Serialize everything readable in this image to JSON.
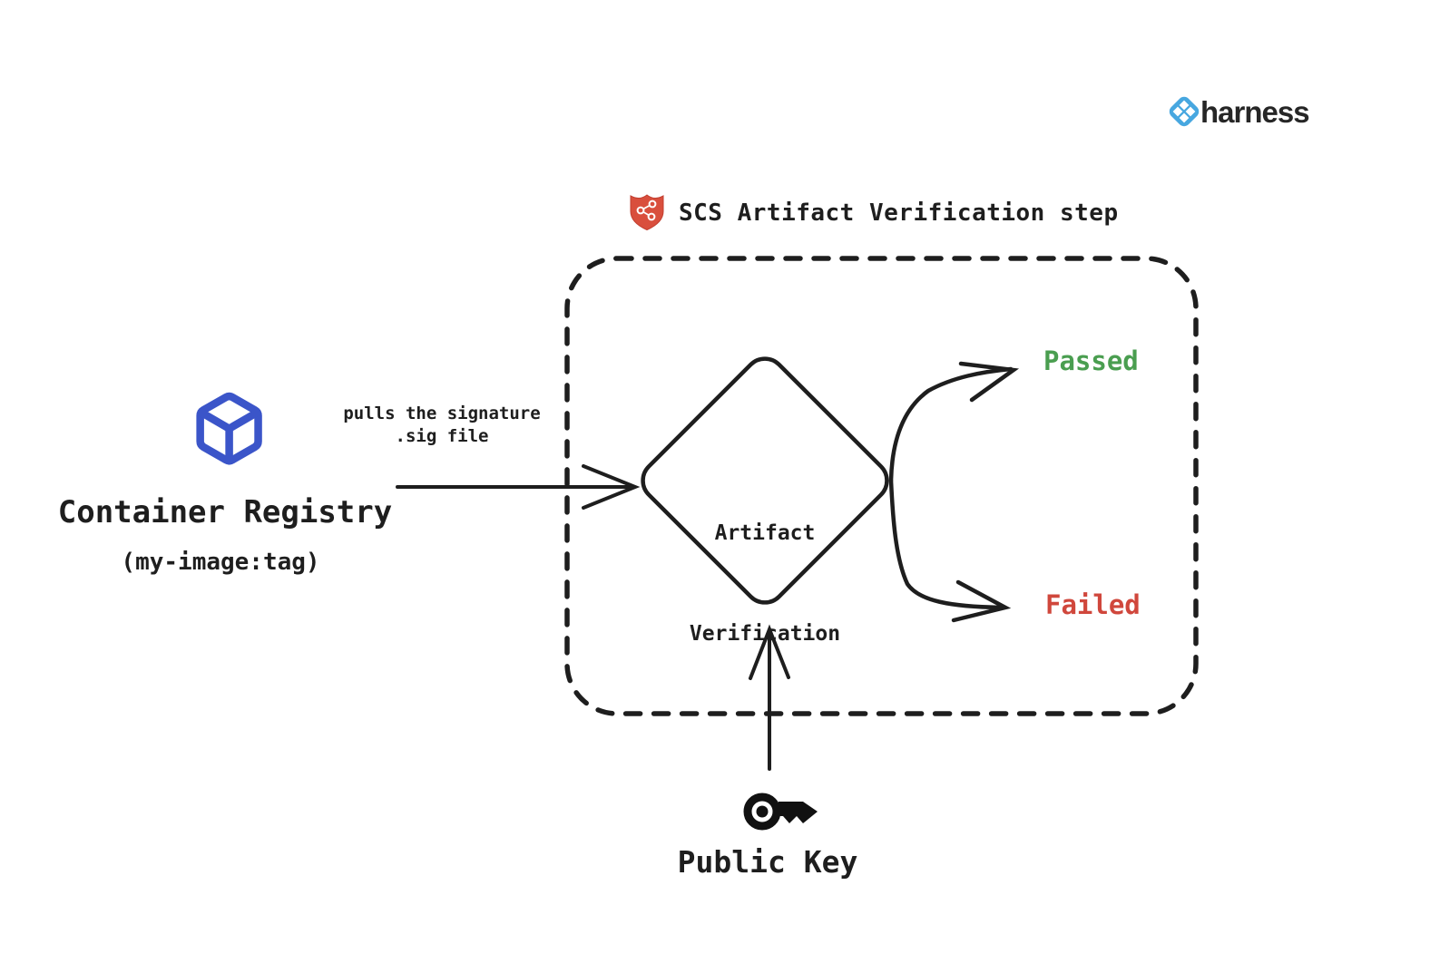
{
  "brand": {
    "name": "harness",
    "logo_icon": "harness-diamond-icon",
    "logo_color": "#47a7e0"
  },
  "header": {
    "step_title": "SCS Artifact Verification step",
    "step_icon": "shield-graph-icon",
    "step_icon_color": "#d94f3d"
  },
  "nodes": {
    "container_registry": {
      "icon": "cube-icon",
      "icon_color": "#3b55c9",
      "label": "Container Registry",
      "sublabel": "(my-image:tag)"
    },
    "artifact_verification": {
      "shape": "diamond",
      "line1": "Artifact",
      "line2": "Verification"
    },
    "public_key": {
      "icon": "key-icon",
      "label": "Public Key"
    }
  },
  "edges": {
    "pull": {
      "from": "container_registry",
      "to": "artifact_verification",
      "label": "pulls the signature\n.sig file"
    },
    "passed": {
      "from": "artifact_verification",
      "label": "Passed",
      "color": "#4a9e50"
    },
    "failed": {
      "from": "artifact_verification",
      "label": "Failed",
      "color": "#d0473c"
    },
    "key_input": {
      "from": "public_key",
      "to": "artifact_verification",
      "label": ""
    }
  },
  "colors": {
    "ink": "#1e1e1e",
    "background": "#ffffff",
    "cube_blue": "#3b55c9",
    "shield_red": "#d94f3d",
    "harness_blue": "#47a7e0",
    "passed_green": "#4a9e50",
    "failed_red": "#d0473c"
  }
}
